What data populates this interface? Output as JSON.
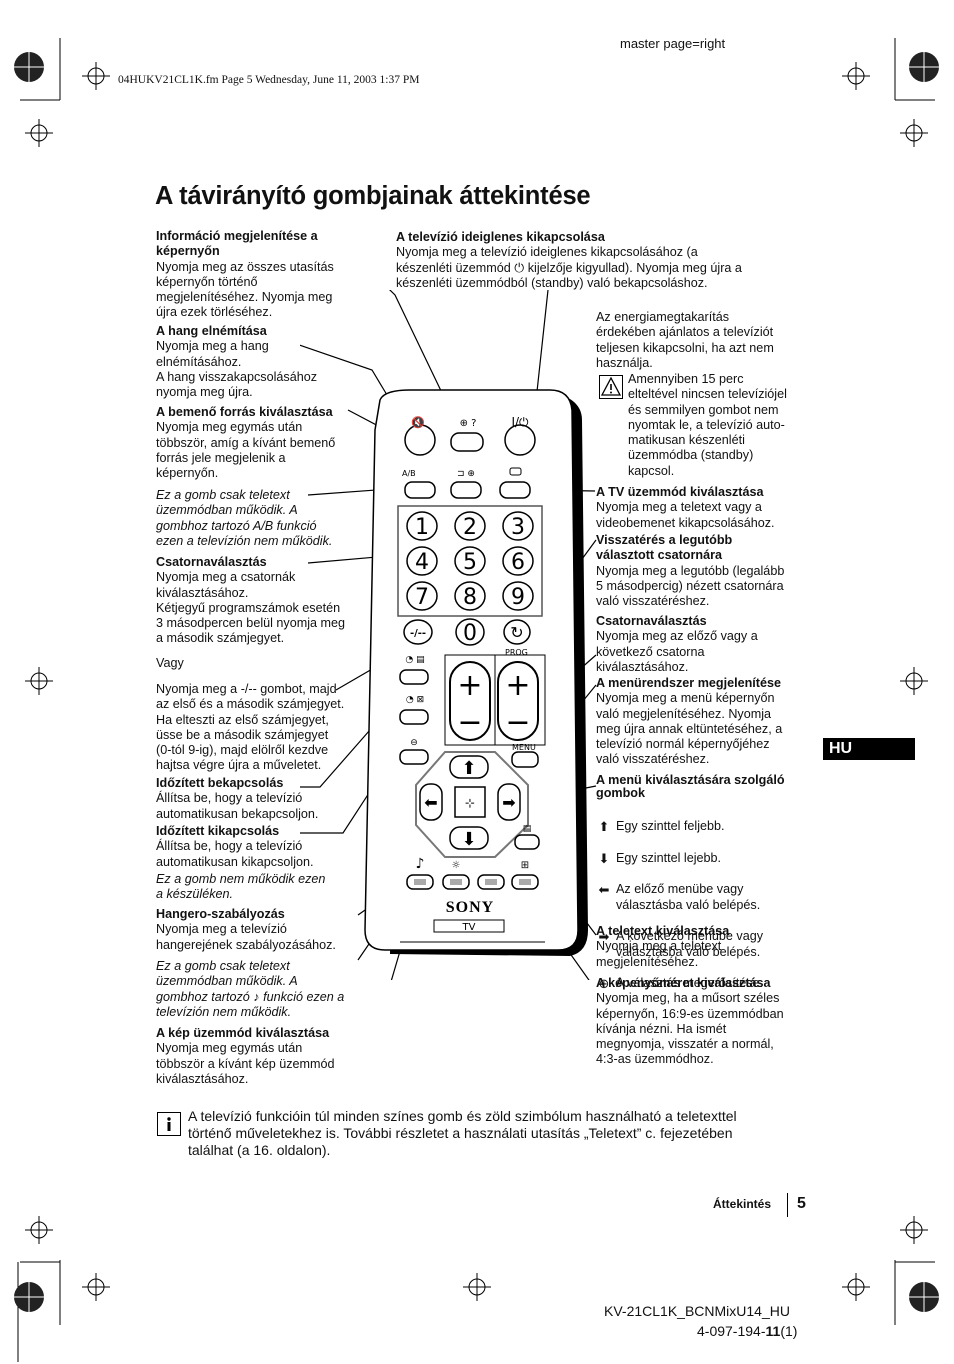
{
  "header": {
    "master": "master page=right",
    "file_info": "04HUKV21CL1K.fm  Page 5  Wednesday, June 11, 2003  1:37 PM"
  },
  "title": "A távirányító gombjainak áttekintése",
  "left": [
    {
      "h": "Információ megjelenítése a\nképernyőn",
      "b": "Nyomja meg az összes utasítás\nképernyőn történő\nmegjelenítéséhez. Nyomja meg\nújra ezek törléséhez."
    },
    {
      "h": "A hang elnémítása",
      "b": "Nyomja meg a hang\nelnémításához.\nA hang visszakapcsolásához\nnyomja meg újra."
    },
    {
      "h": "A bemenő forrás kiválasztása",
      "b": "Nyomja meg egymás után\ntöbbször, amíg a kívánt bemenő\nforrás jele megjelenik a\nképernyőn."
    },
    {
      "i": "Ez a gomb csak teletext\nüzemmódban működik. A\ngombhoz tartozó A/B funkció\nezen a televízión nem működik."
    },
    {
      "h": "Csatornaválasztás",
      "b": "Nyomja meg a csatornák\nkiválasztásához.\nKétjegyű programszámok esetén\n3 másodpercen belül nyomja meg\na második számjegyet."
    },
    {
      "b": "Vagy"
    },
    {
      "b": "Nyomja meg a -/-- gombot, majd\naz első és a második számjegyet.\nHa elteszti az első számjegyet,\nüsse be a második számjegyet\n(0-tól 9-ig), majd elölről kezdve\nhajtsa végre újra a műveletet."
    },
    {
      "h": "Időzített bekapcsolás",
      "b": "Állítsa be, hogy a televízió\nautomatikusan bekapcsoljon."
    },
    {
      "h": "Időzített kikapcsolás",
      "b": "Állítsa be, hogy a televízió\nautomatikusan kikapcsoljon."
    },
    {
      "i": "Ez a gomb nem működik ezen\na készüléken."
    },
    {
      "h": "Hangero-szabályozás",
      "b": "Nyomja meg a televízió\nhangerejének szabályozásához."
    },
    {
      "i": "Ez a gomb csak teletext\nüzemmódban működik. A\ngombhoz tartozó ♪ funkció ezen a\ntelevízión nem működik."
    },
    {
      "h": "A kép üzemmód kiválasztása",
      "b": "Nyomja meg egymás után\ntöbbször a kívánt kép üzemmód\nkiválasztásához."
    }
  ],
  "standby": {
    "h": "A televízió ideiglenes kikapcsolása",
    "b": "Nyomja meg a televízió ideiglenes kikapcsolásához (a\nkészenléti üzemmód ⏻ kijelzője kigyullad). Nyomja meg újra a\nkészenléti üzemmódból (standby) való bekapcsoláshoz."
  },
  "energy_note": "Az energiamegtakarítás\nérdekében ajánlatos a televíziót\nteljesen kikapcsolni, ha azt nem\nhasználja.",
  "warning_note": "Amennyiben 15 perc\nelteltével nincsen televíziójel\nés semmilyen gombot nem\nnyomtak le, a televízió auto-\nmatikusan készenléti\nüzemmódba (standby)\nkapcsol.",
  "right": [
    {
      "h": "A TV üzemmód kiválasztása",
      "b": "Nyomja meg a teletext vagy a\nvideobemenet kikapcsolásához."
    },
    {
      "h": "Visszatérés a legutóbb\nválasztott csatornára",
      "b": "Nyomja meg a legutóbb (legalább\n5 másodpercig) nézett csatornára\nvaló visszatéréshez."
    },
    {
      "h": "Csatornaválasztás",
      "b": "Nyomja meg az előző vagy a\nkövetkező csatorna\nkiválasztásához."
    },
    {
      "h": "A menürendszer megjelenítése",
      "b": "Nyomja meg a menü képernyőn\nvaló megjelenítéséhez. Nyomja\nmeg újra annak eltüntetéséhez, a\ntelevízió normál képernyőjéhez\nvaló visszatéréshez."
    },
    {
      "h": "A menü kiválasztására szolgáló\ngombok"
    }
  ],
  "menu_items": [
    {
      "icon": "arrow-up",
      "glyph": "⬆",
      "text": "Egy szinttel feljebb."
    },
    {
      "icon": "arrow-down",
      "glyph": "⬇",
      "text": "Egy szinttel lejebb."
    },
    {
      "icon": "arrow-left",
      "glyph": "⬅",
      "text": "Az előző menübe vagy\nválasztásba való belépés."
    },
    {
      "icon": "arrow-right",
      "glyph": "➡",
      "text": "A következő menübe vagy\nválasztásba való belépés."
    },
    {
      "icon": "ok-target",
      "glyph": "⊕",
      "text": "A választás megerősítése."
    }
  ],
  "right2": [
    {
      "h": "A teletext kiválasztása",
      "b": "Nyomja meg a teletext\nmegjelenítéséhez."
    },
    {
      "h": "A képenyőméret kiválasztása",
      "b": "Nyomja meg, ha a műsort széles\nképernyőn, 16:9-es üzemmódban\nkívánja nézni. Ha ismét\nmegnyomja, visszatér a normál,\n4:3-as üzemmódhoz."
    }
  ],
  "hu_tab": "HU",
  "info_note": "A televízió funkcióin túl minden színes gomb és zöld szimbólum használható a teletexttel\ntörténő műveletekhez is. További részletet a használati utasítás „Teletext” c. fejezetében\ntalálhat (a 16. oldalon).",
  "footer": {
    "section": "Áttekintés",
    "page": "5",
    "model": "KV-21CL1K_BCNMixU14_HU",
    "code_a": "4-097-194-",
    "code_b": "11",
    "code_c": "(1)"
  },
  "remote": {
    "brand": "SONY",
    "tv_label": "TV",
    "ab_label": "A/B",
    "prog_label": "PROG",
    "menu_label": "MENU",
    "minus_dash": "-/--",
    "digits": [
      "1",
      "2",
      "3",
      "4",
      "5",
      "6",
      "7",
      "8",
      "9"
    ],
    "zero": "0"
  }
}
